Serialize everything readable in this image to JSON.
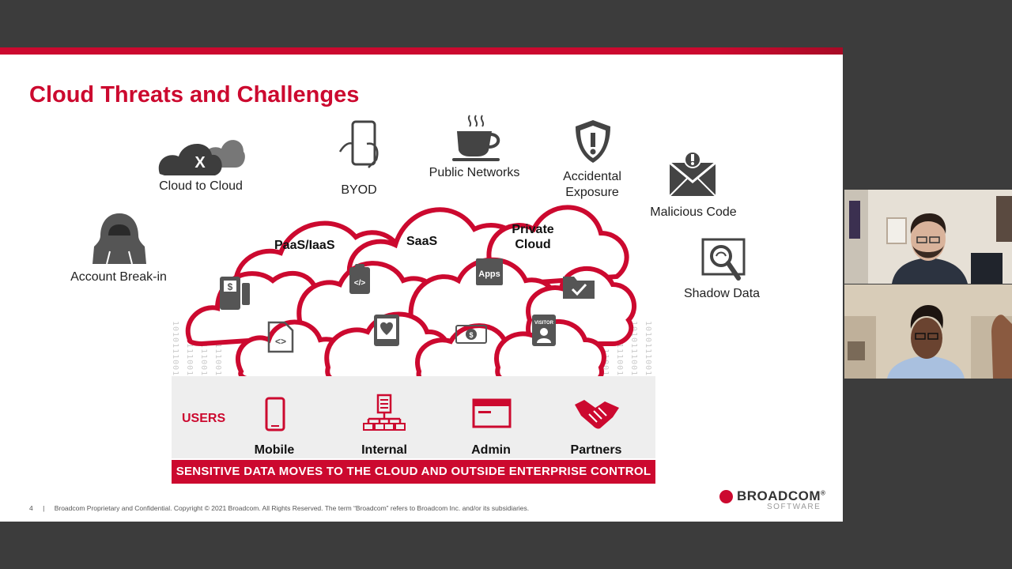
{
  "slide": {
    "title": "Cloud Threats and Challenges",
    "threats": {
      "cloud_to_cloud": "Cloud to Cloud",
      "byod": "BYOD",
      "public_networks": "Public Networks",
      "accidental_exposure_line1": "Accidental",
      "accidental_exposure_line2": "Exposure",
      "malicious_code": "Malicious Code",
      "account_break_in": "Account Break-in",
      "shadow_data": "Shadow Data"
    },
    "clouds": {
      "paas": "PaaS/IaaS",
      "saas": "SaaS",
      "private_line1": "Private",
      "private_line2": "Cloud",
      "apps_icon_label": "Apps",
      "visitor_badge_label": "VISITOR"
    },
    "binary_text": "10101110010",
    "users": {
      "heading": "USERS",
      "mobile": "Mobile",
      "internal": "Internal",
      "admin": "Admin",
      "partners": "Partners"
    },
    "banner": "SENSITIVE DATA MOVES TO THE CLOUD AND OUTSIDE ENTERPRISE CONTROL",
    "footer": {
      "page_number": "4",
      "separator": "|",
      "text": "Broadcom Proprietary and Confidential.  Copyright © 2021 Broadcom.  All Rights Reserved. The term “Broadcom” refers to Broadcom Inc. and/or its subsidiaries."
    },
    "logo": {
      "name": "BROADCOM",
      "sub": "SOFTWARE",
      "registered": "®"
    }
  },
  "colors": {
    "accent": "#cc092f",
    "icon_gray": "#555555",
    "background": "#3c3c3c"
  }
}
